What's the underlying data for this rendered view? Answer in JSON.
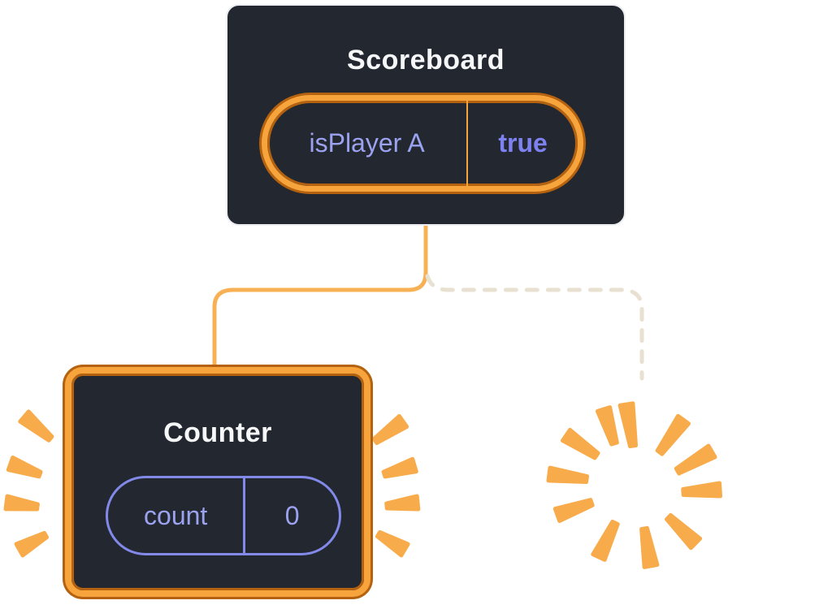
{
  "scoreboard": {
    "title": "Scoreboard",
    "state_label": "isPlayer A",
    "state_value": "true"
  },
  "counter": {
    "title": "Counter",
    "state_label": "count",
    "state_value": "0"
  },
  "icons": {
    "sparkle": "sparkle-icon",
    "poof": "poof-burst-icon"
  },
  "colors": {
    "box_bg": "#23272F",
    "box_border": "#ECEEF1",
    "title_text": "#F6F7F9",
    "label_purple": "#9BA2F0",
    "value_purple": "#7D82F0",
    "pill_purple_border": "#8289E9",
    "orange_bright": "#F7A43C",
    "orange_dark": "#B4620F",
    "connector_orange": "#F8B054",
    "ray_orange": "#F8AB4A",
    "dashed_line": "#E8E1D2"
  }
}
